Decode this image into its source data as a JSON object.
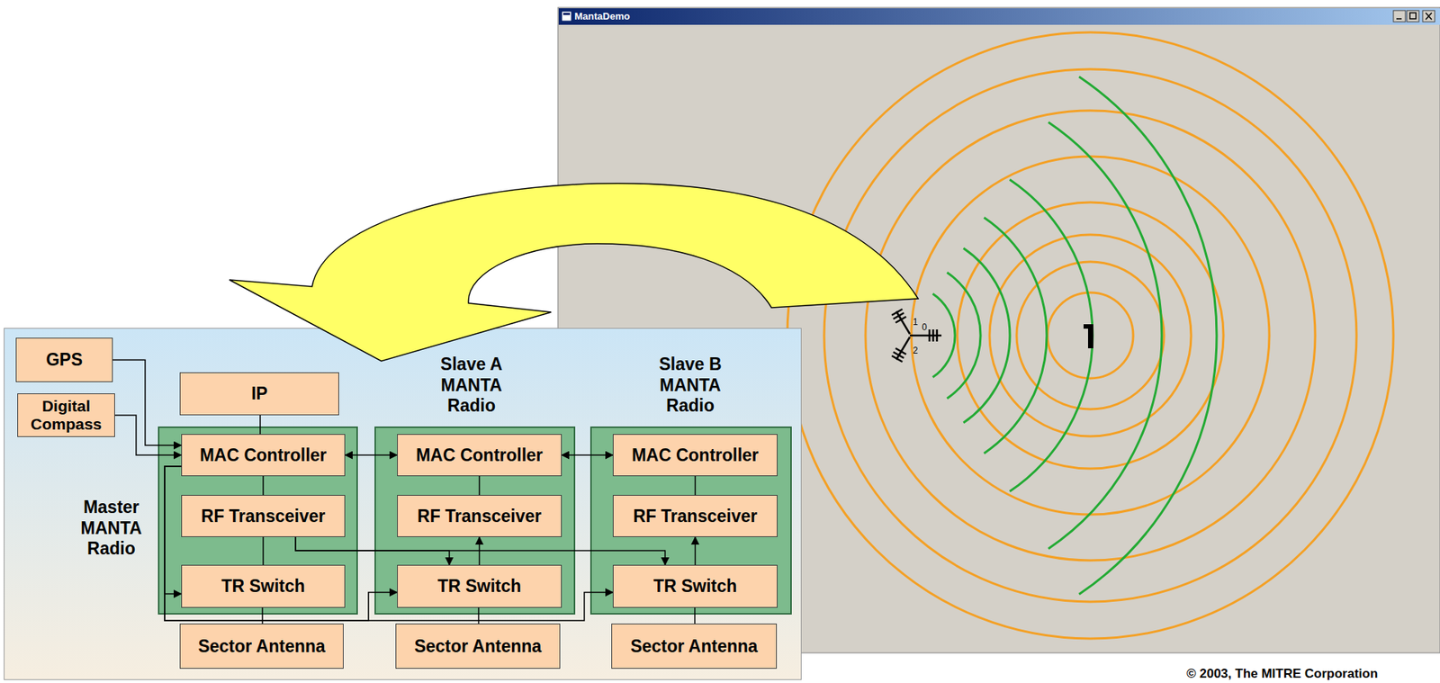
{
  "diagram": {
    "nodes": [
      {
        "text": [
          "GPS"
        ]
      },
      {
        "text": [
          "Digital Compass"
        ]
      },
      {
        "text": [
          "IP"
        ]
      },
      {
        "text": [
          "Master MANTA Radio"
        ]
      },
      {
        "text": [
          "MAC Controller"
        ],
        "in": 3
      },
      {
        "text": [
          "RF Transceiver"
        ],
        "in": 3
      },
      {
        "text": [
          "TR Switch"
        ],
        "in": 3
      },
      {
        "text": [
          "Slave A MANTA Radio"
        ]
      },
      {
        "text": [
          "MAC Controller"
        ],
        "in": 7
      },
      {
        "text": [
          "RF Transceiver"
        ],
        "in": 7
      },
      {
        "text": [
          "TR Switch"
        ],
        "in": 7
      },
      {
        "text": [
          "Slave B MANTA Radio"
        ]
      },
      {
        "text": [
          "MAC Controller"
        ],
        "in": 11
      },
      {
        "text": [
          "RF Transceiver"
        ],
        "in": 11
      },
      {
        "text": [
          "TR Switch"
        ],
        "in": 11
      },
      {
        "text": [
          "Sector Antenna"
        ]
      },
      {
        "text": [
          "Sector Antenna"
        ]
      },
      {
        "text": [
          "Sector Antenna"
        ]
      }
    ],
    "edges": [
      {
        "from": 0,
        "to": 4,
        "arrow": "to"
      },
      {
        "from": 1,
        "to": 4,
        "arrow": "to"
      },
      {
        "from": 2,
        "to": 4,
        "arrow": "none"
      },
      {
        "from": 4,
        "to": 8,
        "arrow": "both"
      },
      {
        "from": 8,
        "to": 12,
        "arrow": "both"
      },
      {
        "from": 4,
        "to": 5,
        "arrow": "none"
      },
      {
        "from": 5,
        "to": 6,
        "arrow": "none"
      },
      {
        "from": 8,
        "to": 9,
        "arrow": "none"
      },
      {
        "from": 10,
        "to": 9,
        "arrow": "to"
      },
      {
        "from": 12,
        "to": 13,
        "arrow": "none"
      },
      {
        "from": 14,
        "to": 13,
        "arrow": "to"
      },
      {
        "from": 5,
        "to": 10,
        "arrow": "to"
      },
      {
        "from": 5,
        "to": 14,
        "arrow": "to"
      },
      {
        "from": 4,
        "to": 6,
        "arrow": "to"
      },
      {
        "from": 4,
        "to": 10,
        "arrow": "to"
      },
      {
        "from": 4,
        "to": 14,
        "arrow": "to"
      },
      {
        "from": 6,
        "to": 15,
        "arrow": "none"
      },
      {
        "from": 10,
        "to": 16,
        "arrow": "none"
      },
      {
        "from": 14,
        "to": 17,
        "arrow": "none"
      }
    ],
    "labels": [
      "MantaDemo",
      "0",
      "1",
      "2",
      "© 2003, The MITRE Corporation"
    ]
  }
}
